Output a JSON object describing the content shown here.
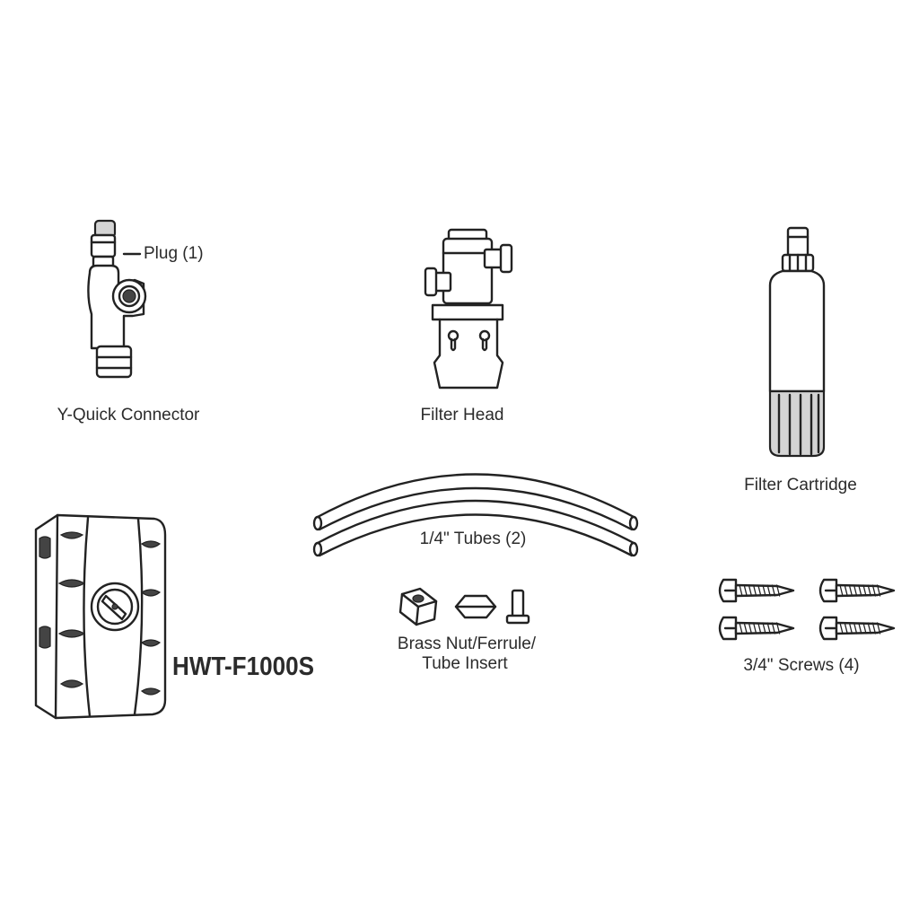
{
  "labels": {
    "plug": "Plug (1)",
    "y_quick_connector": "Y-Quick Connector",
    "filter_head": "Filter Head",
    "filter_cartridge": "Filter Cartridge",
    "tubes": "1/4\" Tubes (2)",
    "brass_line1": "Brass Nut/Ferrule/",
    "brass_line2": "Tube Insert",
    "screws": "3/4\" Screws (4)",
    "model": "HWT-F1000S"
  }
}
